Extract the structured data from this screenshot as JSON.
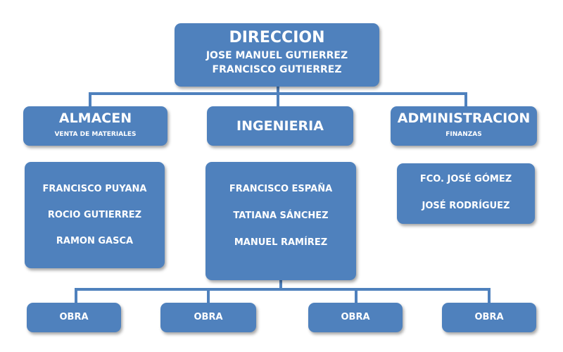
{
  "direccion": {
    "title": "DIRECCION",
    "members": [
      "JOSE MANUEL GUTIERREZ",
      "FRANCISCO GUTIERREZ"
    ]
  },
  "departments": [
    {
      "title": "ALMACEN",
      "subtitle": "VENTA DE MATERIALES",
      "members": [
        "FRANCISCO PUYANA",
        "ROCIO GUTIERREZ",
        "RAMON GASCA"
      ]
    },
    {
      "title": "INGENIERIA",
      "subtitle": "",
      "members": [
        "FRANCISCO ESPAÑA",
        "TATIANA SÁNCHEZ",
        "MANUEL RAMÍREZ"
      ]
    },
    {
      "title": "ADMINISTRACION",
      "subtitle": "FINANZAS",
      "members": [
        "FCO. JOSÉ GÓMEZ",
        "JOSÉ RODRÍGUEZ"
      ]
    }
  ],
  "obras": [
    "OBRA",
    "OBRA",
    "OBRA",
    "OBRA"
  ],
  "colors": {
    "box": "#4f81bd",
    "text": "#ffffff",
    "line": "#4f81bd"
  }
}
